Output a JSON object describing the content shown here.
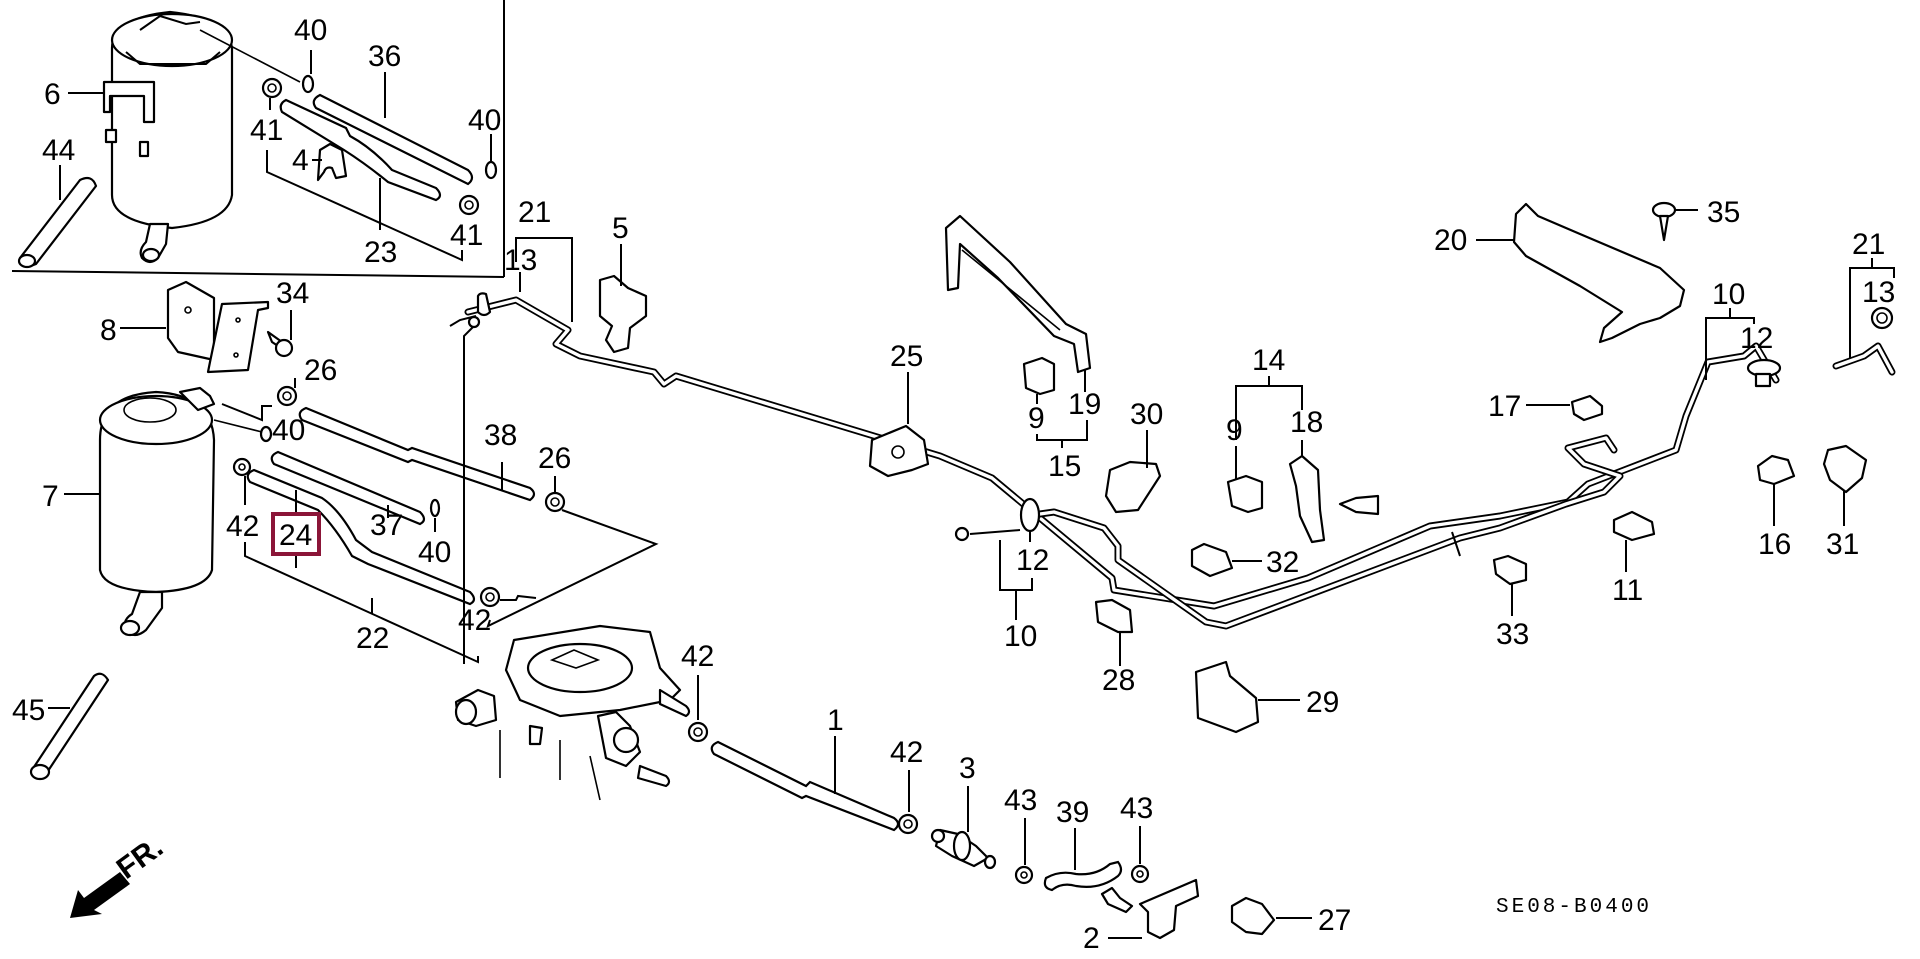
{
  "diagram": {
    "type": "exploded-parts-diagram",
    "diagram_code": "SE08-B0400",
    "direction_indicator": "FR.",
    "highlighted_part": "24",
    "highlight_color": "#8b1538",
    "labels": {
      "p1": "1",
      "p2": "2",
      "p3": "3",
      "p4": "4",
      "p5": "5",
      "p6": "6",
      "p7": "7",
      "p8": "8",
      "p9a": "9",
      "p9b": "9",
      "p10a": "10",
      "p10b": "10",
      "p11": "11",
      "p12a": "12",
      "p12b": "12",
      "p13a": "13",
      "p13b": "13",
      "p14": "14",
      "p15": "15",
      "p16": "16",
      "p17": "17",
      "p18": "18",
      "p19": "19",
      "p20": "20",
      "p21a": "21",
      "p21b": "21",
      "p22": "22",
      "p23": "23",
      "p24": "24",
      "p25": "25",
      "p26a": "26",
      "p26b": "26",
      "p27": "27",
      "p28": "28",
      "p29": "29",
      "p30": "30",
      "p31": "31",
      "p32": "32",
      "p33": "33",
      "p34": "34",
      "p35": "35",
      "p36": "36",
      "p37": "37",
      "p38": "38",
      "p39": "39",
      "p40a": "40",
      "p40b": "40",
      "p40c": "40",
      "p40d": "40",
      "p41a": "41",
      "p41b": "41",
      "p42a": "42",
      "p42b": "42",
      "p42c": "42",
      "p42d": "42",
      "p43a": "43",
      "p43b": "43",
      "p44": "44",
      "p45": "45"
    }
  }
}
